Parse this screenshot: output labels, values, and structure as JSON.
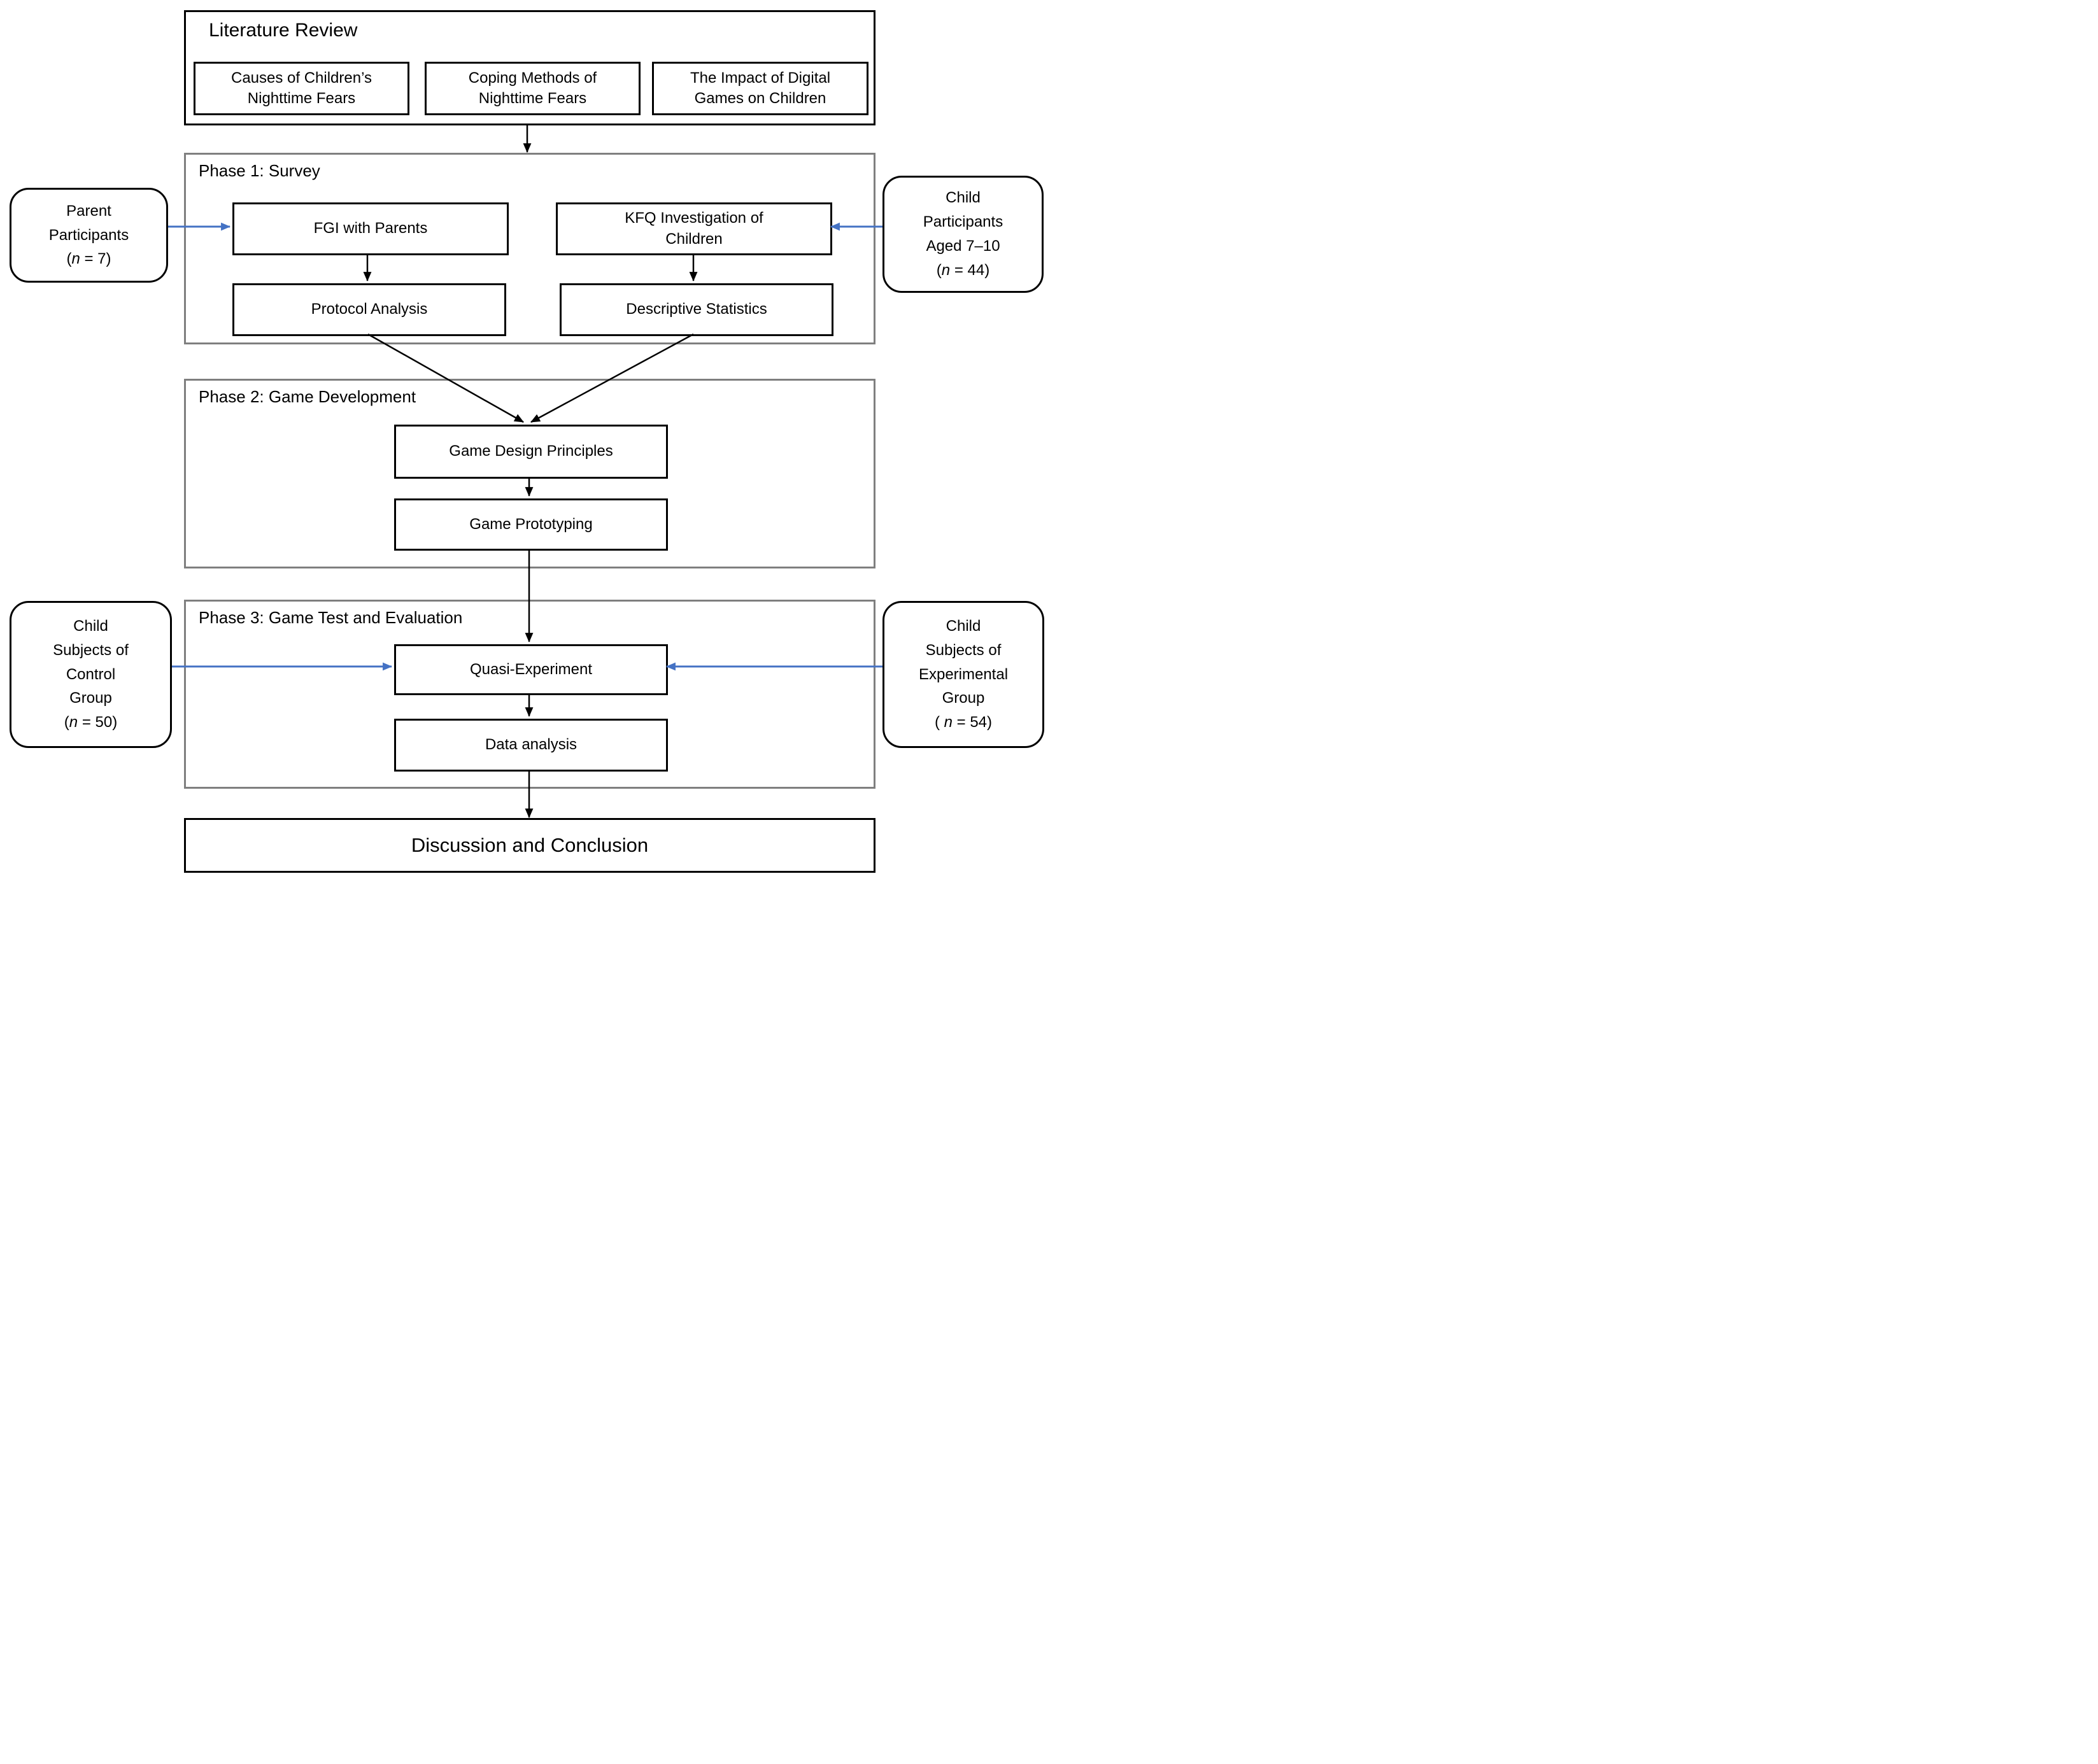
{
  "figure": {
    "literature_review": {
      "title": "Literature Review",
      "topics": [
        {
          "line1": "Causes of Children’s",
          "line2": "Nighttime Fears"
        },
        {
          "line1": "Coping Methods of",
          "line2": "Nighttime Fears"
        },
        {
          "line1": "The Impact of Digital",
          "line2": "Games on Children"
        }
      ]
    },
    "phase1": {
      "label": "Phase 1: Survey",
      "fgi": "FGI with Parents",
      "kfq_line1": "KFQ Investigation of",
      "kfq_line2": "Children",
      "protocol": "Protocol Analysis",
      "descriptive": "Descriptive Statistics"
    },
    "phase2": {
      "label": "Phase 2: Game Development",
      "design": "Game Design Principles",
      "prototyping": "Game Prototyping"
    },
    "phase3": {
      "label": "Phase 3: Game Test and Evaluation",
      "quasi": "Quasi-Experiment",
      "data_analysis": "Data analysis"
    },
    "conclusion": "Discussion and Conclusion",
    "participants": {
      "parent": {
        "line1": "Parent",
        "line2": "Participants",
        "n_open": "(",
        "n_var": "n",
        "n_rest": " = 7)"
      },
      "child": {
        "line1": "Child",
        "line2": "Participants",
        "line3": "Aged 7–10",
        "n_open": "(",
        "n_var": "n",
        "n_rest": " = 44)"
      },
      "control": {
        "line1": "Child",
        "line2": "Subjects of",
        "line3": "Control",
        "line4": "Group",
        "n_open": "(",
        "n_var": "n",
        "n_rest": " = 50)"
      },
      "experimental": {
        "line1": "Child",
        "line2": "Subjects of",
        "line3": "Experimental",
        "line4": "Group",
        "n_open": "( ",
        "n_var": "n",
        "n_rest": " = 54)"
      }
    },
    "colors": {
      "connector_blue": "#4472C4",
      "phase_border_gray": "#7F7F7F",
      "line_black": "#000000"
    }
  }
}
